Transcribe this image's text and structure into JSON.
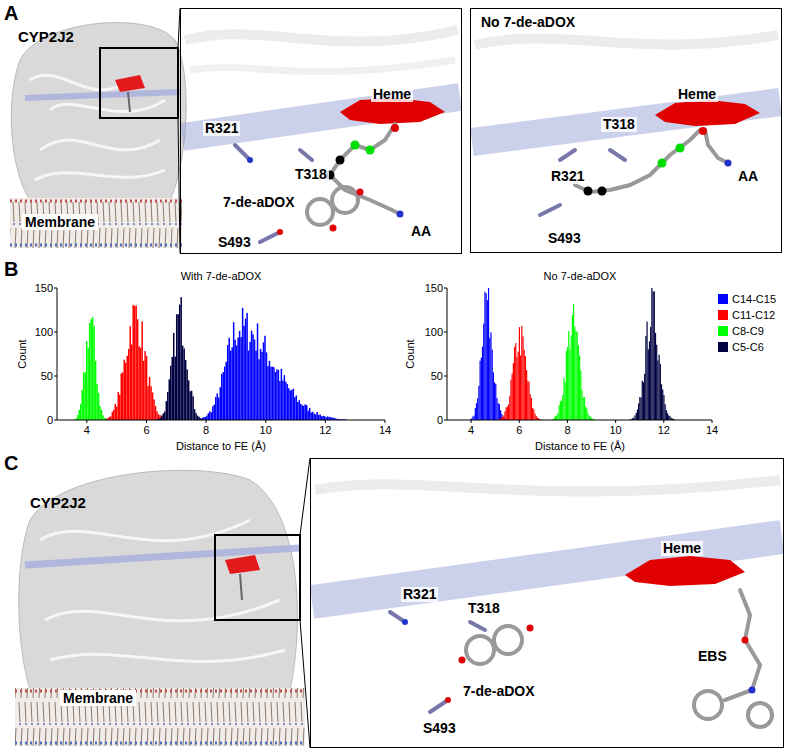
{
  "diagram": {
    "nodes": [
      {
        "text": [
          "R321",
          "Heme",
          "T318",
          "AA",
          "7-de-aDOX",
          "S493"
        ]
      },
      {
        "text": [
          "No 7-de-aDOX",
          "Heme",
          "T318",
          "R321",
          "AA",
          "S493"
        ]
      },
      {
        "text": [
          "Heme",
          "R321",
          "T318",
          "7-de-aDOX",
          "EBS",
          "S493"
        ]
      }
    ],
    "labels": [
      "A",
      "CYP2J2",
      "Membrane",
      "B",
      "With 7-de-aDOX",
      "Count",
      "0",
      "50",
      "100",
      "150",
      "4",
      "6",
      "8",
      "10",
      "12",
      "14",
      "Distance to FE (Å)",
      "No 7-de-aDOX",
      "Count",
      "0",
      "50",
      "100",
      "150",
      "4",
      "6",
      "8",
      "10",
      "12",
      "14",
      "Distance to FE (Å)",
      "C",
      "CYP2J2",
      "Membrane"
    ],
    "legend": [
      {
        "text": "C14-C15",
        "color": "#0000ff"
      },
      {
        "text": "C11-C12",
        "color": "#ff0000"
      },
      {
        "text": "C8-C9",
        "color": "#00ff00"
      },
      {
        "text": "C5-C6",
        "color": "#000040"
      }
    ]
  }
}
